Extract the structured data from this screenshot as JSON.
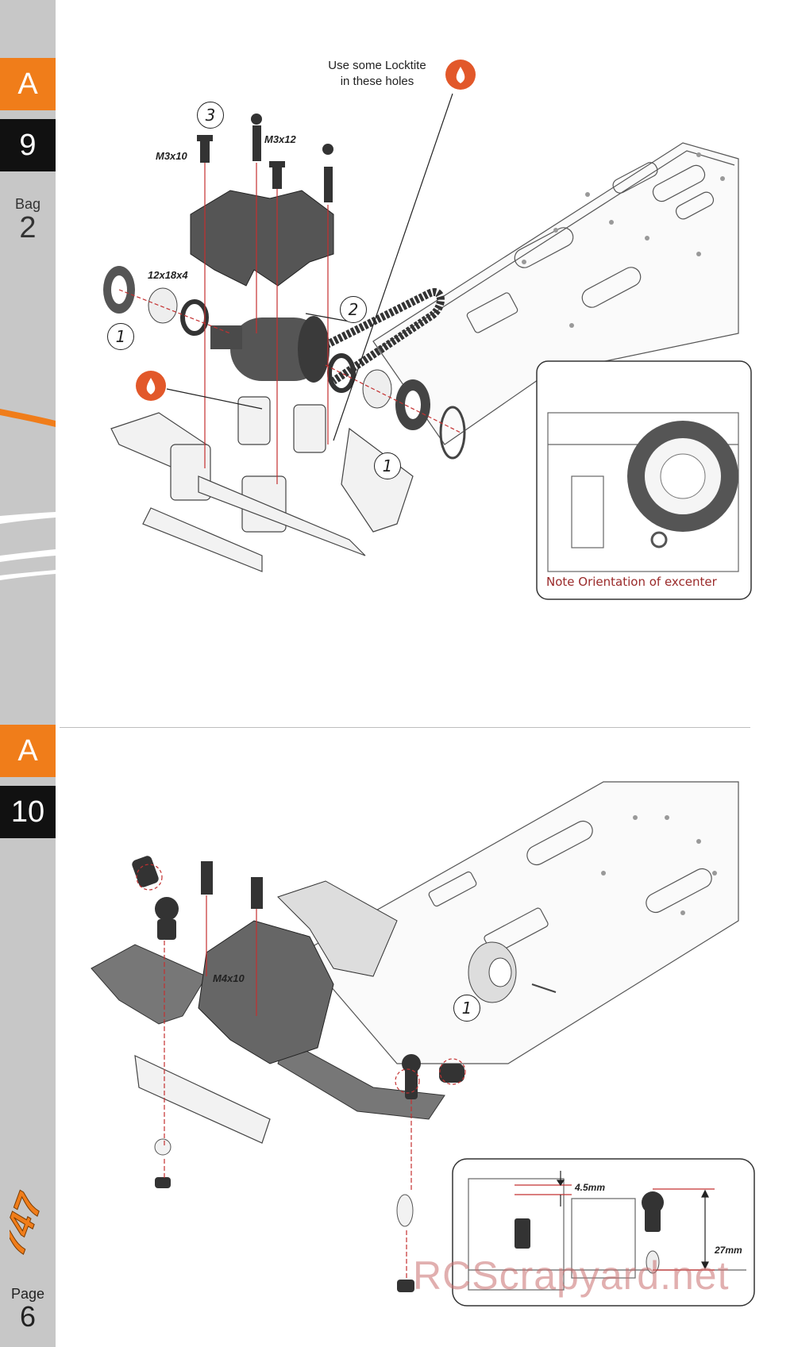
{
  "sidebar": {
    "step1": {
      "letter": "A",
      "number": "9"
    },
    "bag": {
      "label": "Bag",
      "number": "2"
    },
    "step2": {
      "letter": "A",
      "number": "10"
    },
    "page": {
      "label": "Page",
      "number": "6"
    },
    "logo_text": "747",
    "colors": {
      "orange": "#f07d1a",
      "black": "#111111",
      "grey": "#c7c7c7"
    }
  },
  "step_a9": {
    "locktite_note": [
      "Use some Locktite",
      "in these holes"
    ],
    "parts": {
      "screw_a": "M3x10",
      "screw_b": "M3x12",
      "bearing": "12x18x4"
    },
    "callouts": [
      "3",
      "1",
      "2",
      "1"
    ],
    "inset_caption": "Note Orientation of excenter",
    "icon": "locktite-drop-icon"
  },
  "step_a10": {
    "parts": {
      "screw": "M4x10"
    },
    "callouts": [
      "1"
    ],
    "dimensions": {
      "gap": "4.5mm",
      "height": "27mm"
    }
  },
  "watermark": "RCScrapyard.net"
}
